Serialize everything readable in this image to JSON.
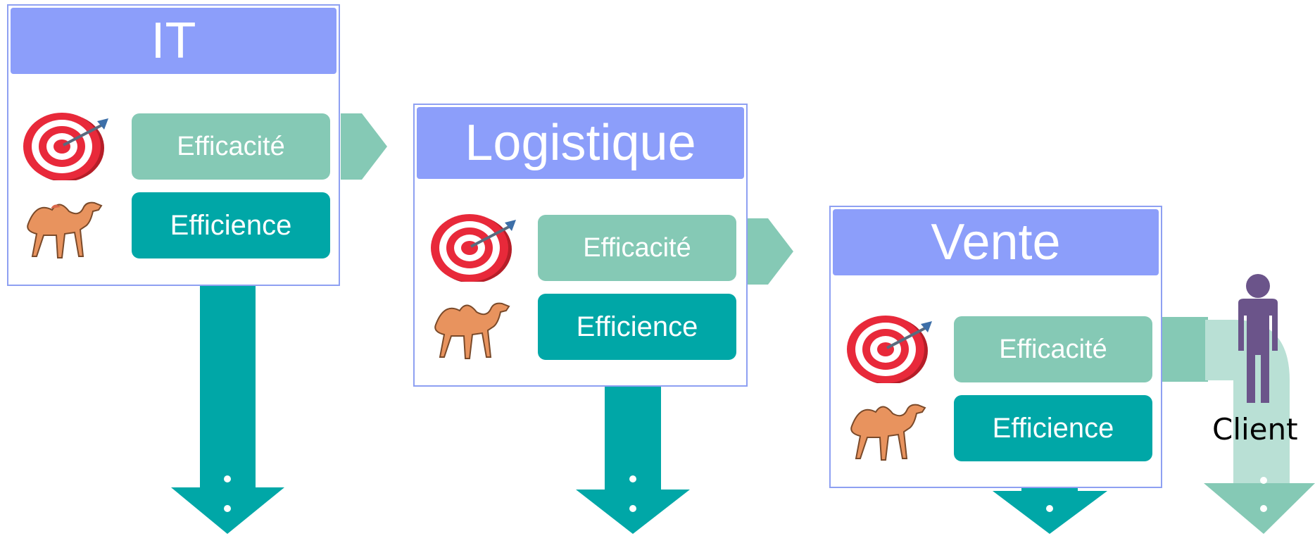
{
  "stages": [
    {
      "title": "IT",
      "effectiveness_label": "Efficacité",
      "efficiency_label": "Efficience"
    },
    {
      "title": "Logistique",
      "effectiveness_label": "Efficacité",
      "efficiency_label": "Efficience"
    },
    {
      "title": "Vente",
      "effectiveness_label": "Efficacité",
      "efficiency_label": "Efficience"
    }
  ],
  "client_label": "Client",
  "colors": {
    "header": "#8c9efa",
    "panel_border": "#8ea0f2",
    "effectiveness": "#85c9b5",
    "efficiency": "#00a7a7",
    "client_flow": "#b9e0d5",
    "person": "#6b548a"
  },
  "icons": [
    "target-icon",
    "camel-icon",
    "person-icon",
    "down-arrow-icon",
    "right-arrow-icon"
  ]
}
